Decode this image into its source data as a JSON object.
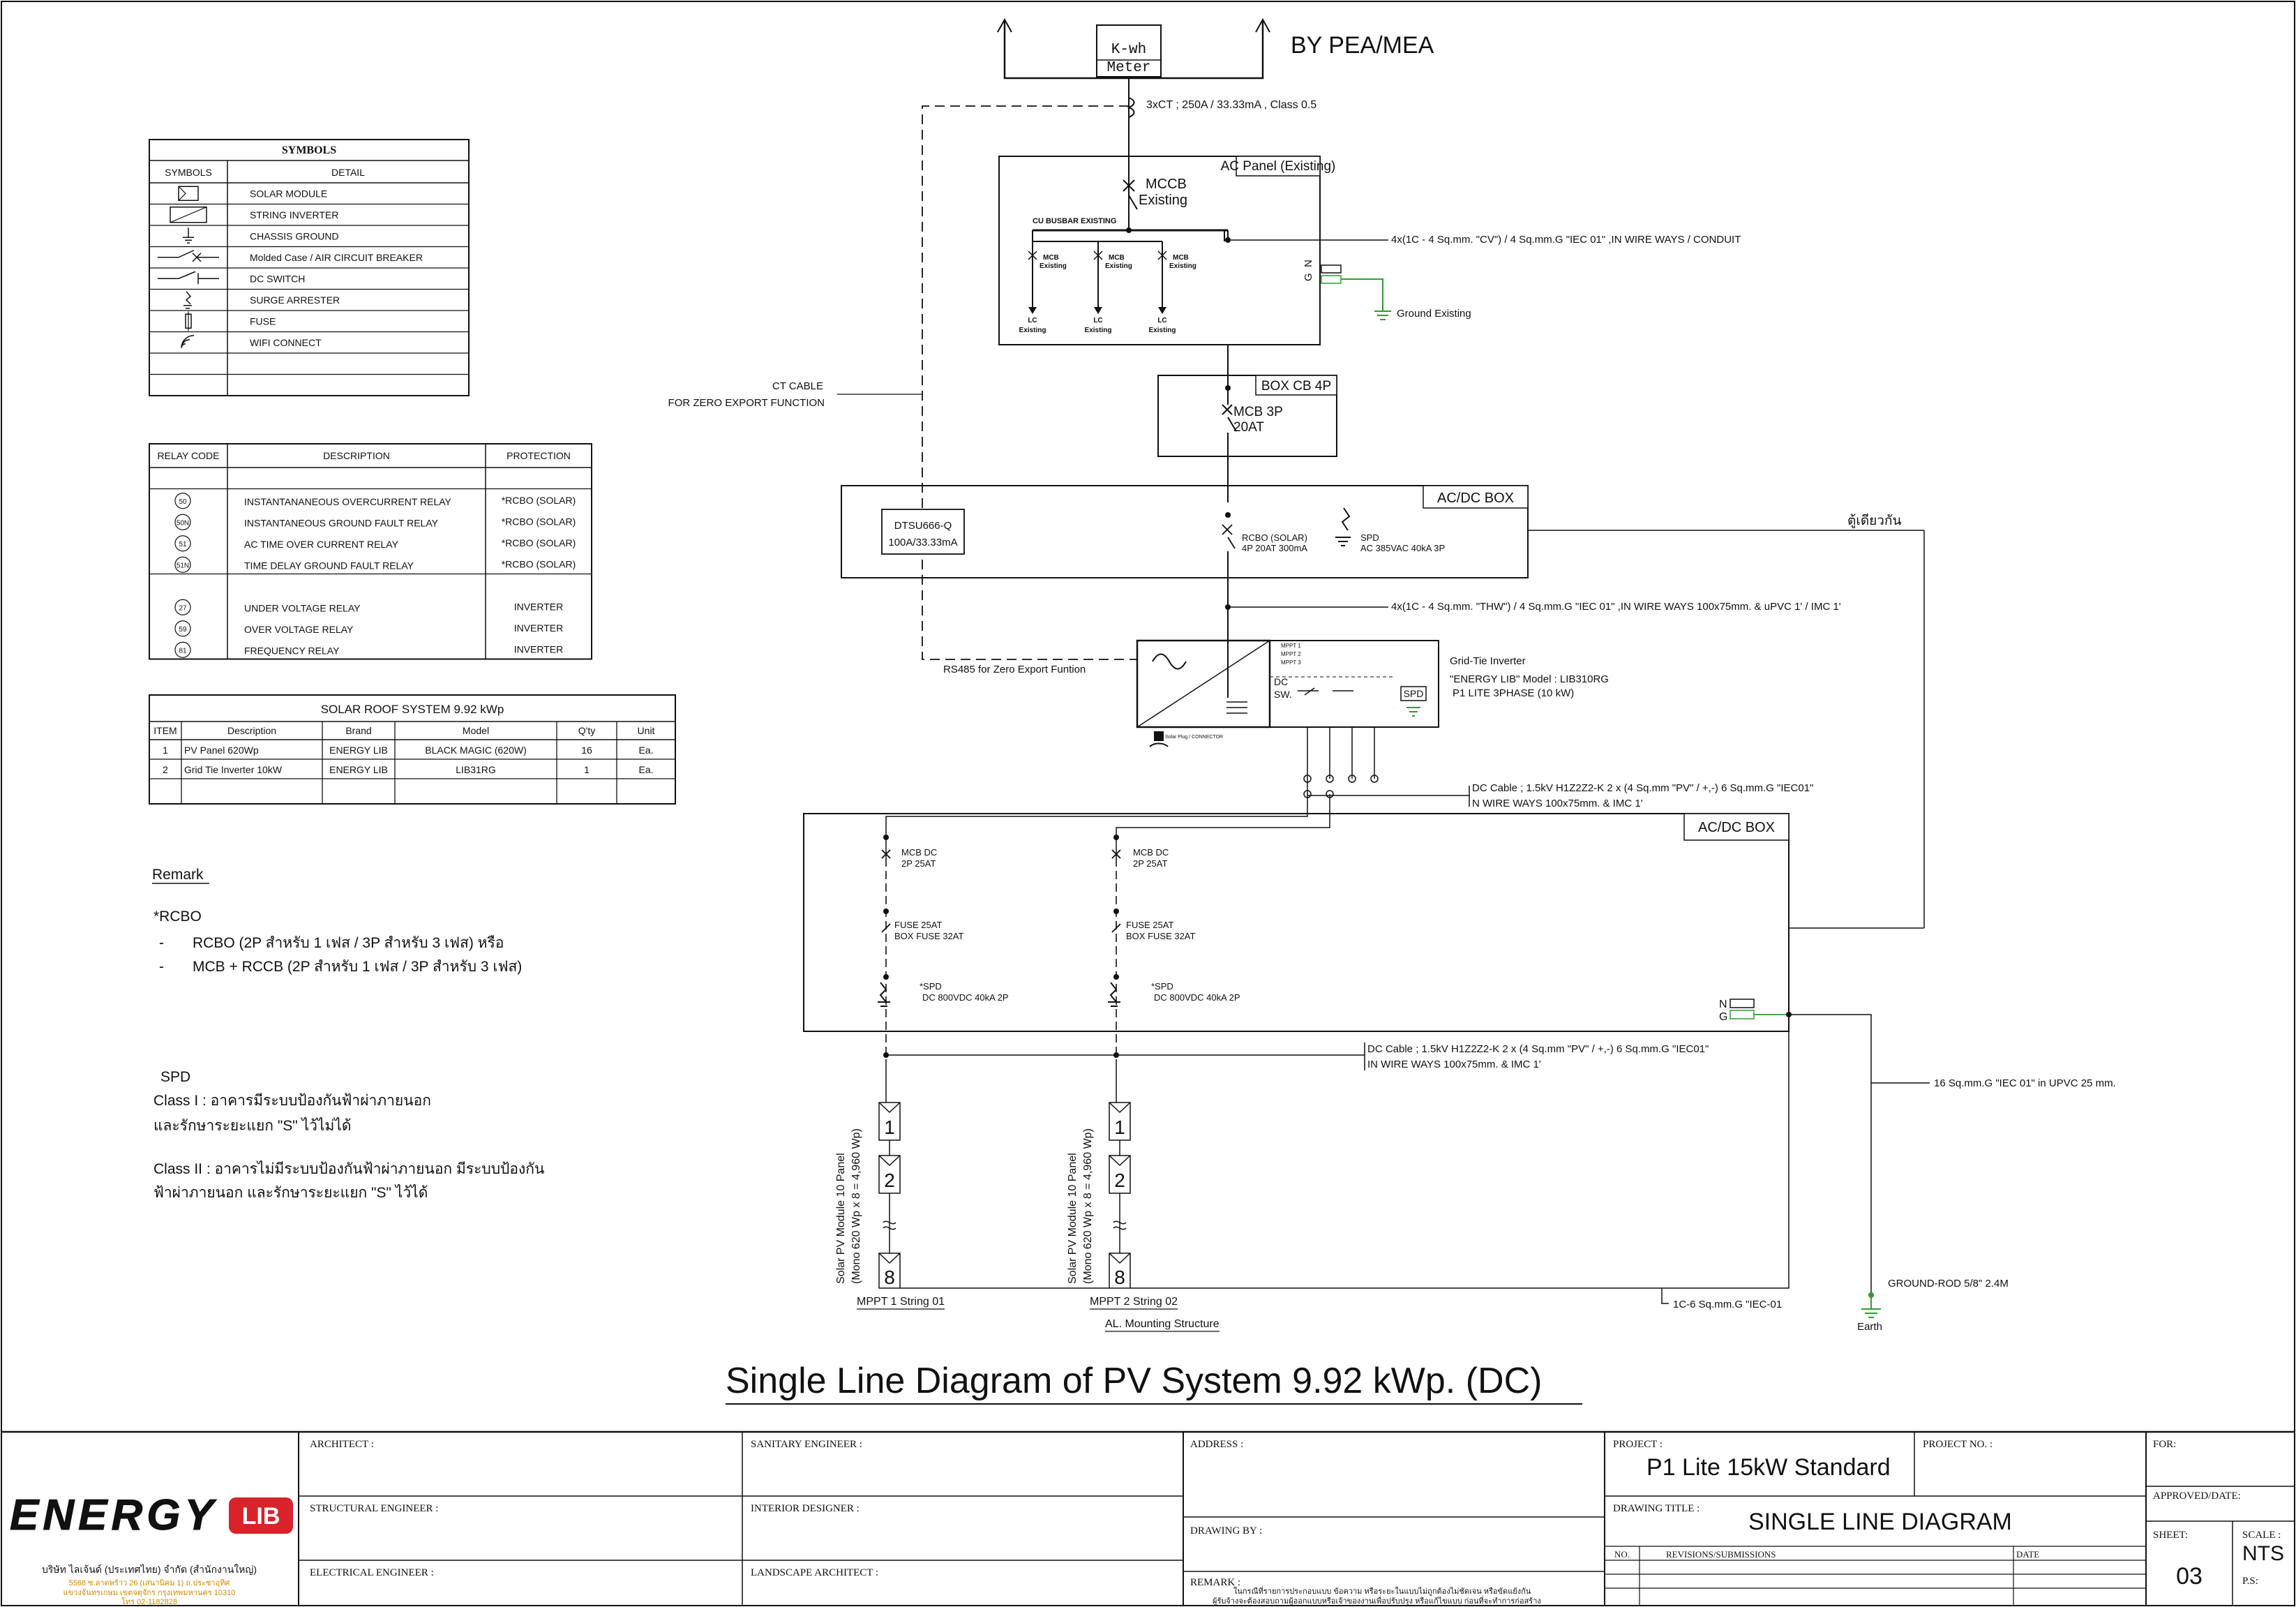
{
  "utility": {
    "meter_label_1": "K-wh",
    "meter_label_2": "Meter",
    "by": "BY PEA/MEA",
    "ct_note": "3xCT ; 250A / 33.33mA , Class 0.5"
  },
  "ac_panel": {
    "title": "AC Panel (Existing)",
    "mccb_1": "MCCB",
    "mccb_2": "Existing",
    "busbar": "CU BUSBAR EXISTING",
    "branch_mcb": [
      "MCB",
      "MCB",
      "MCB"
    ],
    "branch_mcb_sub": [
      "Existing",
      "Existing",
      "Existing"
    ],
    "branch_lc": [
      "LC",
      "LC",
      "LC"
    ],
    "branch_lc_sub": [
      "Existing",
      "Existing",
      "Existing"
    ],
    "n_label": "N",
    "g_label": "G",
    "ground": "Ground Existing",
    "cable": "4x(1C - 4 Sq.mm. \"CV\") / 4 Sq.mm.G \"IEC 01\" ,IN WIRE WAYS / CONDUIT"
  },
  "box_cb": {
    "title": "BOX CB 4P",
    "mcb_1": "MCB 3P",
    "mcb_2": "20AT"
  },
  "ct_cable": {
    "line1": "CT CABLE",
    "line2": "FOR ZERO EXPORT FUNCTION"
  },
  "acdc_box_top": {
    "title": "AC/DC BOX",
    "meter_1": "DTSU666-Q",
    "meter_2": "100A/33.33mA",
    "rcbo_1": "RCBO (SOLAR)",
    "rcbo_2": "4P 20AT 300mA",
    "spd_1": "SPD",
    "spd_2": "AC 385VAC 40kA 3P",
    "thai_note": "ตู้เดียวกัน",
    "cable": "4x(1C - 4 Sq.mm. \"THW\") / 4 Sq.mm.G \"IEC 01\" ,IN WIRE WAYS 100x75mm. & uPVC 1' / IMC 1'"
  },
  "inverter": {
    "rs485": "RS485 for Zero Export Funtion",
    "title": "Grid-Tie Inverter",
    "model_line": "\"ENERGY LIB\" Model : LIB310RG",
    "phase_line": "P1 LITE 3PHASE  (10 kW)",
    "dc_1": "DC",
    "dc_2": "SW.",
    "spd": "SPD",
    "mppt_labels": [
      "MPPT 1",
      "MPPT 2",
      "MPPT 3"
    ],
    "plug_note": "Solar Plug / CONNECTOR"
  },
  "dc_cable_1": {
    "line1": "DC Cable ; 1.5kV H1Z2Z2-K 2 x (4 Sq.mm \"PV\" / +,-) 6 Sq.mm.G \"IEC01\"",
    "line2": "N WIRE WAYS 100x75mm. & IMC 1'"
  },
  "acdc_box_bottom": {
    "title": "AC/DC BOX",
    "strings": [
      {
        "mcb_1": "MCB DC",
        "mcb_2": "2P 25AT",
        "fuse_1": "FUSE 25AT",
        "fuse_2": "BOX FUSE 32AT",
        "spd_1": "*SPD",
        "spd_2": "DC 800VDC 40kA 2P"
      },
      {
        "mcb_1": "MCB DC",
        "mcb_2": "2P 25AT",
        "fuse_1": "FUSE 25AT",
        "fuse_2": "BOX FUSE 32AT",
        "spd_1": "*SPD",
        "spd_2": "DC 800VDC 40kA 2P"
      }
    ],
    "n_label": "N",
    "g_label": "G"
  },
  "dc_cable_2": {
    "line1": "DC Cable ; 1.5kV H1Z2Z2-K 2 x (4 Sq.mm \"PV\" / +,-) 6 Sq.mm.G \"IEC01\"",
    "line2": "IN WIRE WAYS 100x75mm. & IMC 1'"
  },
  "ground_cable": "16 Sq.mm.G \"IEC 01\" in UPVC 25 mm.",
  "pv_strings": [
    {
      "vertical_1": "Solar PV Module 10 Panel",
      "vertical_2": "(Mono 620 Wp  x 8 = 4,960 Wp)",
      "modules": [
        "1",
        "2",
        "8"
      ],
      "label": "MPPT 1 String 01"
    },
    {
      "vertical_1": "Solar PV Module 10 Panel",
      "vertical_2": "(Mono 620 Wp  x 8 = 4,960 Wp)",
      "modules": [
        "1",
        "2",
        "8"
      ],
      "label": "MPPT 2 String 02"
    }
  ],
  "mounting": "AL. Mounting Structure",
  "earth_cable": "1C-6 Sq.mm.G \"IEC-01",
  "ground_rod": "GROUND-ROD 5/8\" 2.4M",
  "earth": "Earth",
  "symbols_table": {
    "title": "SYMBOLS",
    "col_symbols": "SYMBOLS",
    "col_detail": "DETAIL",
    "rows": [
      {
        "icon": "solar-module-icon",
        "detail": "SOLAR  MODULE"
      },
      {
        "icon": "string-inverter-icon",
        "detail": "STRING INVERTER"
      },
      {
        "icon": "chassis-ground-icon",
        "detail": "CHASSIS GROUND"
      },
      {
        "icon": "circuit-breaker-icon",
        "detail": "Molded Case / AIR CIRCUIT  BREAKER"
      },
      {
        "icon": "dc-switch-icon",
        "detail": "DC SWITCH"
      },
      {
        "icon": "surge-arrester-icon",
        "detail": "SURGE  ARRESTER"
      },
      {
        "icon": "fuse-icon",
        "detail": "FUSE"
      },
      {
        "icon": "wifi-icon",
        "detail": "WIFI CONNECT"
      },
      {
        "icon": "",
        "detail": ""
      },
      {
        "icon": "",
        "detail": ""
      }
    ]
  },
  "relay_table": {
    "col_code": "RELAY CODE",
    "col_desc": "DESCRIPTION",
    "col_prot": "PROTECTION",
    "rows": [
      {
        "code": "",
        "desc": "",
        "prot": ""
      },
      {
        "code": "50",
        "desc": "INSTANTANANEOUS OVERCURRENT RELAY",
        "prot": "*RCBO (SOLAR)"
      },
      {
        "code": "50N",
        "desc": "INSTANTANEOUS GROUND FAULT RELAY",
        "prot": "*RCBO (SOLAR)"
      },
      {
        "code": "51",
        "desc": "AC TIME OVER CURRENT RELAY",
        "prot": "*RCBO (SOLAR)"
      },
      {
        "code": "51N",
        "desc": "TIME DELAY GROUND FAULT RELAY",
        "prot": "*RCBO (SOLAR)"
      },
      {
        "code": "",
        "desc": "",
        "prot": ""
      },
      {
        "code": "27",
        "desc": "UNDER VOLTAGE RELAY",
        "prot": "INVERTER"
      },
      {
        "code": "59",
        "desc": "OVER VOLTAGE RELAY",
        "prot": "INVERTER"
      },
      {
        "code": "81",
        "desc": "FREQUENCY RELAY",
        "prot": "INVERTER"
      }
    ]
  },
  "system_table": {
    "title": "SOLAR ROOF SYSTEM 9.92 kWp",
    "headers": [
      "ITEM",
      "Description",
      "Brand",
      "Model",
      "Q'ty",
      "Unit"
    ],
    "rows": [
      [
        "1",
        "PV Panel 620Wp",
        "ENERGY LIB",
        "BLACK MAGIC (620W)",
        "16",
        "Ea."
      ],
      [
        "2",
        "Grid Tie Inverter 10kW",
        "ENERGY LIB",
        "LIB31RG",
        "1",
        "Ea."
      ],
      [
        "",
        "",
        "",
        "",
        "",
        ""
      ]
    ]
  },
  "remark": {
    "title": "Remark",
    "rcbo": "*RCBO",
    "item1": "RCBO (2P สำหรับ 1 เฟส / 3P สำหรับ 3 เฟส)  หรือ",
    "item2": "MCB + RCCB (2P สำหรับ 1 เฟส / 3P สำหรับ 3 เฟส)",
    "spd": "SPD",
    "class1_a": "Class I : อาคารมีระบบป้องกันฟ้าผ่าภายนอก",
    "class1_b": "และรักษาระยะแยก \"S\" ไว้ไม่ได้",
    "class2_a": "Class II : อาคารไม่มีระบบป้องกันฟ้าผ่าภายนอก มีระบบป้องกัน",
    "class2_b": "ฟ้าผ่าภายนอก และรักษาระยะแยก \"S\" ไว้ได้"
  },
  "main_title": "Single Line Diagram of PV System 9.92 kWp. (DC)",
  "title_block": {
    "logo_text": "ENERGY",
    "logo_badge": "LIB",
    "company": "บริษัท ไลเจ้นด์ (ประเทศไทย) จำกัด (สำนักงานใหญ่)",
    "addr1": "5568 ซ.ลาดพร้าว 26 (เสนานิคม 1) ถ.ประชาอุทิศ",
    "addr2": "แขวงจันทรเกษม เขตจตุจักร กรุงเทพมหานคร 10310",
    "tel": "โทร 02-1182828",
    "architect": "ARCHITECT :",
    "structural": "STRUCTURAL ENGINEER :",
    "electrical": "ELECTRICAL ENGINEER :",
    "sanitary": "SANITARY ENGINEER :",
    "interior": "INTERIOR DESIGNER :",
    "landscape": "LANDSCAPE ARCHITECT :",
    "address": "ADDRESS :",
    "drawing_by": "DRAWING BY :",
    "remark": "REMARK :",
    "remark_text_1": "ในกรณีที่รายการประกอบแบบ ข้อความ หรือระยะในแบบไม่ถูกต้องไม่ชัดเจน หรือขัดแย้งกัน",
    "remark_text_2": "ผู้รับจ้างจะต้องสอบถามผู้ออกแบบหรือเจ้าของงานเพื่อปรับปรุง หรือแก้ไขแบบ ก่อนที่จะทำการก่อสร้าง",
    "project_label": "PROJECT :",
    "project": "P1 Lite 15kW Standard",
    "project_no": "PROJECT NO. :",
    "drawing_title_label": "DRAWING TITLE :",
    "drawing_title": "SINGLE LINE DIAGRAM",
    "no": "NO.",
    "revisions": "REVISIONS/SUBMISSIONS",
    "date": "DATE",
    "for": "FOR:",
    "approved": "APPROVED/DATE:",
    "sheet": "SHEET:",
    "sheet_no": "03",
    "scale": "SCALE :",
    "scale_val": "NTS",
    "ps": "P.S:"
  },
  "colors": {
    "line": "#111111",
    "ground_green": "#2ca02c",
    "logo_red": "#d8232a",
    "address_orange": "#d18a00"
  }
}
